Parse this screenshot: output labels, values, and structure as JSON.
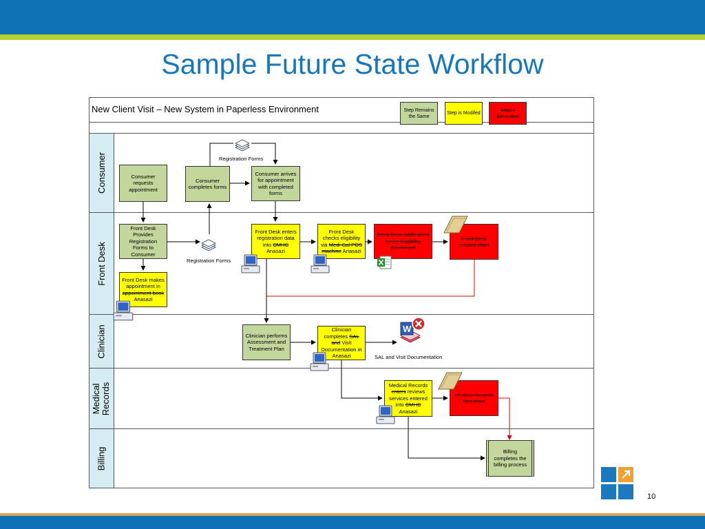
{
  "slide": {
    "title": "Sample Future State Workflow",
    "page_number": "10"
  },
  "diagram": {
    "header_title": "New Client Visit – New System in Paperless Environment",
    "legend": [
      {
        "label": "Step Remains the Same",
        "color": "#c3d69b"
      },
      {
        "label": "Step is Modifed",
        "color": "#ffff00"
      },
      {
        "label": "Step is Eliminated",
        "color": "#ff0000"
      }
    ],
    "lanes": [
      "Consumer",
      "Front Desk",
      "Clinician",
      "Medical Records",
      "Billing"
    ],
    "steps": {
      "consumer_requests": "Consumer requests appointment",
      "consumer_completes": "Consumer completes forms",
      "consumer_arrives": "Consumer arrives for appointment with completed forms",
      "fd_provides": "Front Desk Provides Registration Forms to Consumer",
      "fd_makes_appt_a": "Front Desk makes appointment in ",
      "fd_makes_appt_strike": "appointment book",
      "fd_makes_appt_b": " Anasazi",
      "fd_enters_a": "Front Desk enters registration data into ",
      "fd_enters_strike": "CMHC",
      "fd_enters_b": " Anasazi",
      "fd_checks_a": "Front Desk checks eligibility via ",
      "fd_checks_strike": "Medi-Cal POS machine",
      "fd_checks_b": " Anasazi",
      "fd_adds": "Front Desk Adds client to the Eligibility Worksheet",
      "fd_creates": "Front Desk creates chart",
      "clin_performs": "Clinician performs Assessment and Treatment Plan",
      "clin_completes_a": "Clinician completes ",
      "clin_completes_strike": "SAL and",
      "clin_completes_b": " Visit Documentation in Anasazi",
      "mr_reviews_a": "Medical Records ",
      "mr_reviews_strike": "enters",
      "mr_reviews_b": " reviews services entered into ",
      "mr_reviews_strike2": "CMHC",
      "mr_reviews_c": " Anasazi",
      "mr_files": "Medical Records files chart",
      "billing": "Billing completes the billing process"
    },
    "annotations": {
      "registration_forms_top": "Registration Forms",
      "registration_forms_mid": "Registration Forms",
      "sal_doc": "SAL and Visit Documentation"
    },
    "colors": {
      "same": "#c3d69b",
      "modified": "#ffff00",
      "eliminated": "#ff0000",
      "lane_label_bg": "#d6ecf3",
      "title_blue": "#1577bd",
      "bar_blue": "#0f72b5",
      "bar_green": "#b8d233"
    },
    "icons": [
      "computer-icon",
      "documents-stack-icon",
      "folder-icon",
      "excel-icon",
      "word-doc-cross-icon"
    ]
  }
}
